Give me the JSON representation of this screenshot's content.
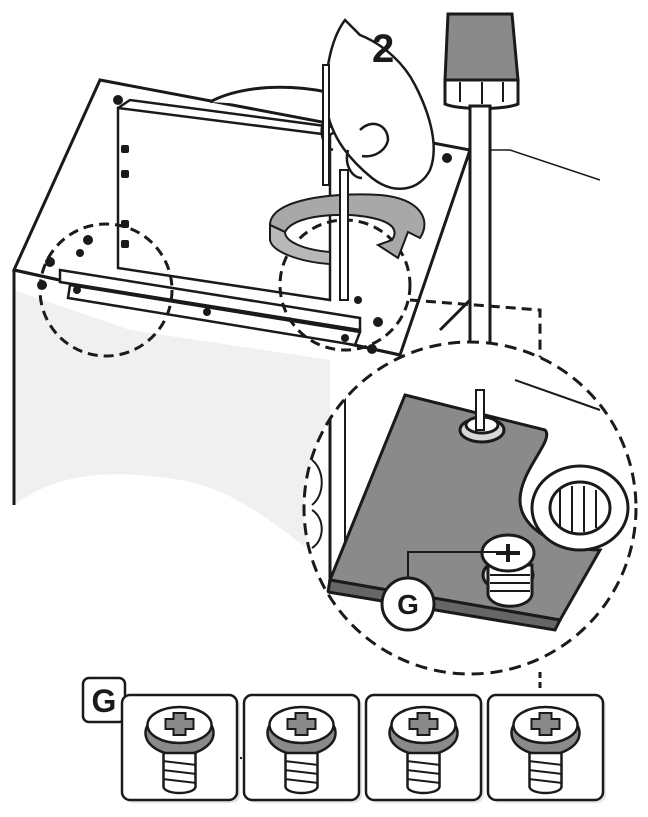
{
  "step_number": "2",
  "callout_label": "G",
  "parts_legend": {
    "label": "G",
    "screw_count": 4
  },
  "colors": {
    "line": "#1a1a1a",
    "panel_gray": "#8a8a8a",
    "arrow_gray": "#a8a8a8",
    "shadow_gray": "#e6e6e6"
  }
}
